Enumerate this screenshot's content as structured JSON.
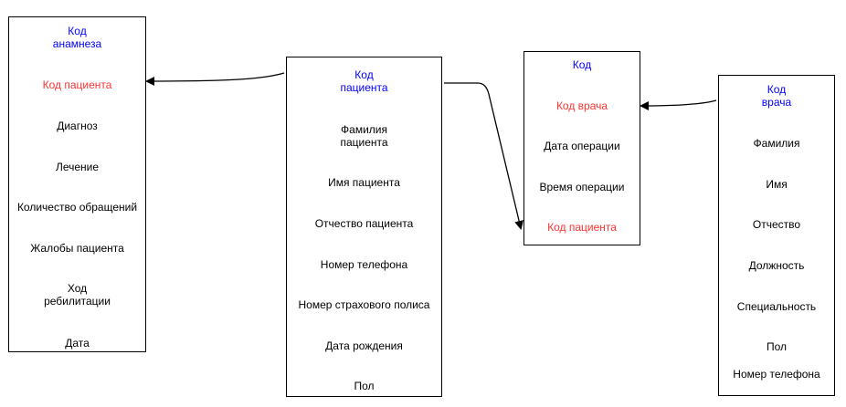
{
  "colors": {
    "key": "#0000ff",
    "foreign_key": "#ff3333",
    "text": "#000000",
    "border": "#000000"
  },
  "entities": {
    "anamnesis": {
      "fields": [
        {
          "text": "Код\nанамнеза",
          "role": "key"
        },
        {
          "text": "Код пациента",
          "role": "foreign_key"
        },
        {
          "text": "Диагноз",
          "role": "text"
        },
        {
          "text": "Лечение",
          "role": "text"
        },
        {
          "text": "Количество обращений",
          "role": "text"
        },
        {
          "text": "Жалобы пациента",
          "role": "text"
        },
        {
          "text": "Ход\nребилитации",
          "role": "text"
        },
        {
          "text": "Дата",
          "role": "text"
        }
      ]
    },
    "patient": {
      "fields": [
        {
          "text": "Код\nпациента",
          "role": "key"
        },
        {
          "text": "Фамилия\nпациента",
          "role": "text"
        },
        {
          "text": "Имя пациента",
          "role": "text"
        },
        {
          "text": "Отчество пациента",
          "role": "text"
        },
        {
          "text": "Номер телефона",
          "role": "text"
        },
        {
          "text": "Номер страхового полиса",
          "role": "text"
        },
        {
          "text": "Дата рождения",
          "role": "text"
        },
        {
          "text": "Пол",
          "role": "text"
        }
      ]
    },
    "operation": {
      "fields": [
        {
          "text": "Код",
          "role": "key"
        },
        {
          "text": "Код врача",
          "role": "foreign_key"
        },
        {
          "text": "Дата операции",
          "role": "text"
        },
        {
          "text": "Время операции",
          "role": "text"
        },
        {
          "text": "Код пациента",
          "role": "foreign_key"
        }
      ]
    },
    "doctor": {
      "fields": [
        {
          "text": "Код\nврача",
          "role": "key"
        },
        {
          "text": "Фамилия",
          "role": "text"
        },
        {
          "text": "Имя",
          "role": "text"
        },
        {
          "text": "Отчество",
          "role": "text"
        },
        {
          "text": "Должность",
          "role": "text"
        },
        {
          "text": "Специальность",
          "role": "text"
        },
        {
          "text": "Пол",
          "role": "text"
        },
        {
          "text": "Номер телефона",
          "role": "text"
        }
      ]
    }
  }
}
